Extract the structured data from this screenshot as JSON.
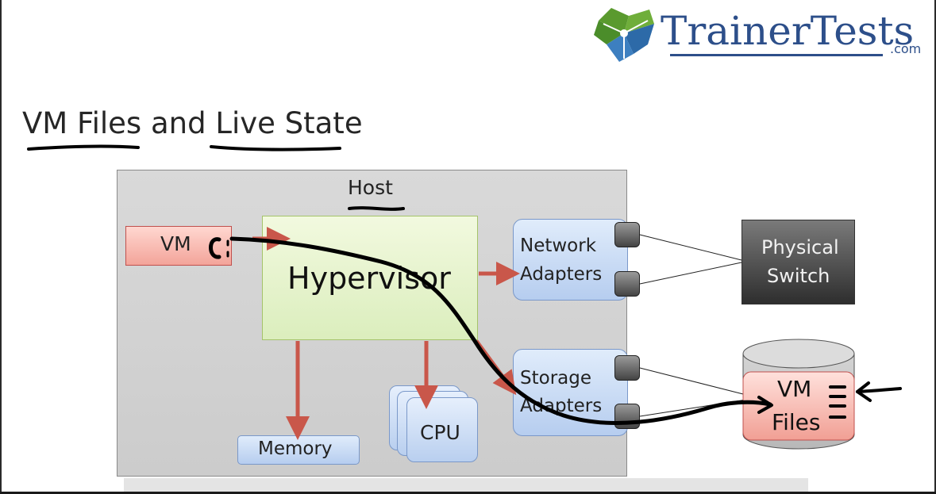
{
  "logo": {
    "brand": "TrainerTests",
    "suffix": ".com"
  },
  "title": {
    "part1": "VM Files",
    "part2": " and ",
    "part3": "Live State"
  },
  "host": {
    "label": "Host"
  },
  "vm": {
    "label": "VM"
  },
  "hypervisor": {
    "label": "Hypervisor"
  },
  "network_adapters": {
    "line1": "Network",
    "line2": "Adapters"
  },
  "storage_adapters": {
    "line1": "Storage",
    "line2": "Adapters"
  },
  "memory": {
    "label": "Memory"
  },
  "cpu": {
    "label": "CPU"
  },
  "physical_switch": {
    "line1": "Physical",
    "line2": "Switch"
  },
  "vm_files": {
    "line1": "VM",
    "line2": "Files"
  },
  "colors": {
    "accent_arrow": "#c9574a",
    "logo_blue": "#2d4f8a",
    "logo_green": "#5a9a2e",
    "host_fill": "#d4d4d4",
    "hypervisor_fill": "#e4f3c8",
    "adapter_fill": "#c9dbf4",
    "vm_fill": "#f8bcb3",
    "switch_fill": "#444444",
    "ink": "#000000"
  },
  "icons": [
    "trainertests-logo-icon"
  ]
}
